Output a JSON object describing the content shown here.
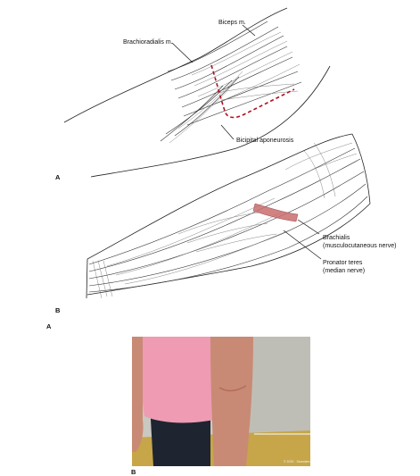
{
  "panel_a": {
    "label": "A",
    "labels": {
      "biceps": "Biceps m.",
      "brachioradialis": "Brachioradialis m.",
      "bicipital": "Bicipital aponeurosis"
    },
    "incision_color": "#b01020"
  },
  "panel_b": {
    "label": "B",
    "labels": {
      "brachialis_1": "Brachialis",
      "brachialis_2": "(musculocutaneous nerve)",
      "pronator_1": "Pronator teres",
      "pronator_2": "(median nerve)"
    },
    "highlight_color": "#c96c6c"
  },
  "figure_label_a": "A",
  "photo": {
    "label": "B",
    "watermark": "© 2020 · Saunders",
    "colors": {
      "wall": "#c9c8c1",
      "shirt": "#ee9bb3",
      "skin": "#c88a74",
      "floor": "#c6a648"
    }
  }
}
